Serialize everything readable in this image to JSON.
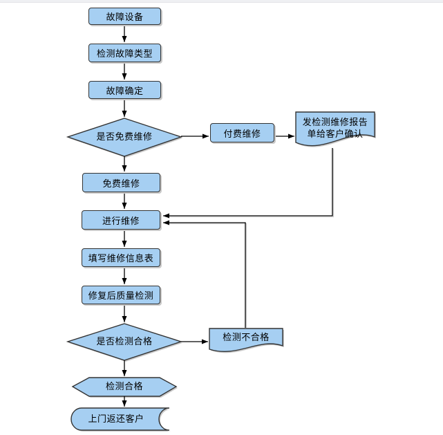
{
  "diagram": {
    "title": "equipment-repair-flowchart",
    "palette": {
      "node_fill": "#a6cff2",
      "node_border": "#333333",
      "shadow": "#c9c9c9",
      "connector": "#000000",
      "background": "#ffffff"
    },
    "nodes": {
      "faulty_device": {
        "label": "故障设备",
        "shape": "rounded-rect"
      },
      "detect_fault_type": {
        "label": "检测故障类型",
        "shape": "rounded-rect"
      },
      "fault_confirmed": {
        "label": "故障确定",
        "shape": "rounded-rect"
      },
      "is_free_repair": {
        "label": "是否免费维修",
        "shape": "decision-diamond"
      },
      "paid_repair": {
        "label": "付费维修",
        "shape": "rounded-rect"
      },
      "send_report": {
        "label": "发检测维修报告\n单给客户确认",
        "shape": "document"
      },
      "free_repair": {
        "label": "免费维修",
        "shape": "rounded-rect"
      },
      "do_repair": {
        "label": "进行维修",
        "shape": "rounded-rect"
      },
      "fill_repair_form": {
        "label": "填写维修信息表",
        "shape": "rounded-rect"
      },
      "post_repair_qc": {
        "label": "修复后质量检测",
        "shape": "rounded-rect"
      },
      "is_qc_passed": {
        "label": "是否检测合格",
        "shape": "decision-diamond"
      },
      "qc_failed": {
        "label": "检测不合格",
        "shape": "document"
      },
      "qc_passed": {
        "label": "检测合格",
        "shape": "hexagon"
      },
      "return_to_customer": {
        "label": "上门返还客户",
        "shape": "stored-data"
      }
    },
    "edges": [
      {
        "from": "faulty_device",
        "to": "detect_fault_type"
      },
      {
        "from": "detect_fault_type",
        "to": "fault_confirmed"
      },
      {
        "from": "fault_confirmed",
        "to": "is_free_repair"
      },
      {
        "from": "is_free_repair",
        "to": "paid_repair"
      },
      {
        "from": "is_free_repair",
        "to": "free_repair"
      },
      {
        "from": "paid_repair",
        "to": "send_report"
      },
      {
        "from": "send_report",
        "to": "do_repair"
      },
      {
        "from": "free_repair",
        "to": "do_repair"
      },
      {
        "from": "do_repair",
        "to": "fill_repair_form"
      },
      {
        "from": "fill_repair_form",
        "to": "post_repair_qc"
      },
      {
        "from": "post_repair_qc",
        "to": "is_qc_passed"
      },
      {
        "from": "is_qc_passed",
        "to": "qc_failed"
      },
      {
        "from": "qc_failed",
        "to": "do_repair"
      },
      {
        "from": "is_qc_passed",
        "to": "qc_passed"
      },
      {
        "from": "qc_passed",
        "to": "return_to_customer"
      }
    ]
  }
}
